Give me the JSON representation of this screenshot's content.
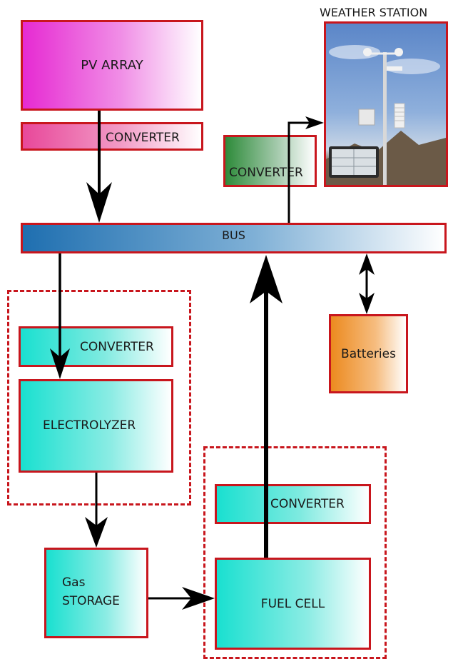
{
  "labels": {
    "weather_station": "WEATHER STATION",
    "pv_array": "PV ARRAY",
    "converter_pv": "CONVERTER",
    "converter_ws": "CONVERTER",
    "bus": "BUS",
    "converter_electrolyzer": "CONVERTER",
    "electrolyzer": "ELECTROLYZER",
    "batteries": "Batteries",
    "converter_fuel_cell": "CONVERTER",
    "gas_storage_line1": "Gas",
    "gas_storage_line2": "STORAGE",
    "fuel_cell": "FUEL CELL"
  },
  "colors": {
    "border": "#c8161d",
    "pv": "#e62ad2",
    "converter_ws": "#2e8b3a",
    "bus": "#1f6fb0",
    "cyan": "#19e0d0",
    "batteries": "#ec8a1f"
  }
}
